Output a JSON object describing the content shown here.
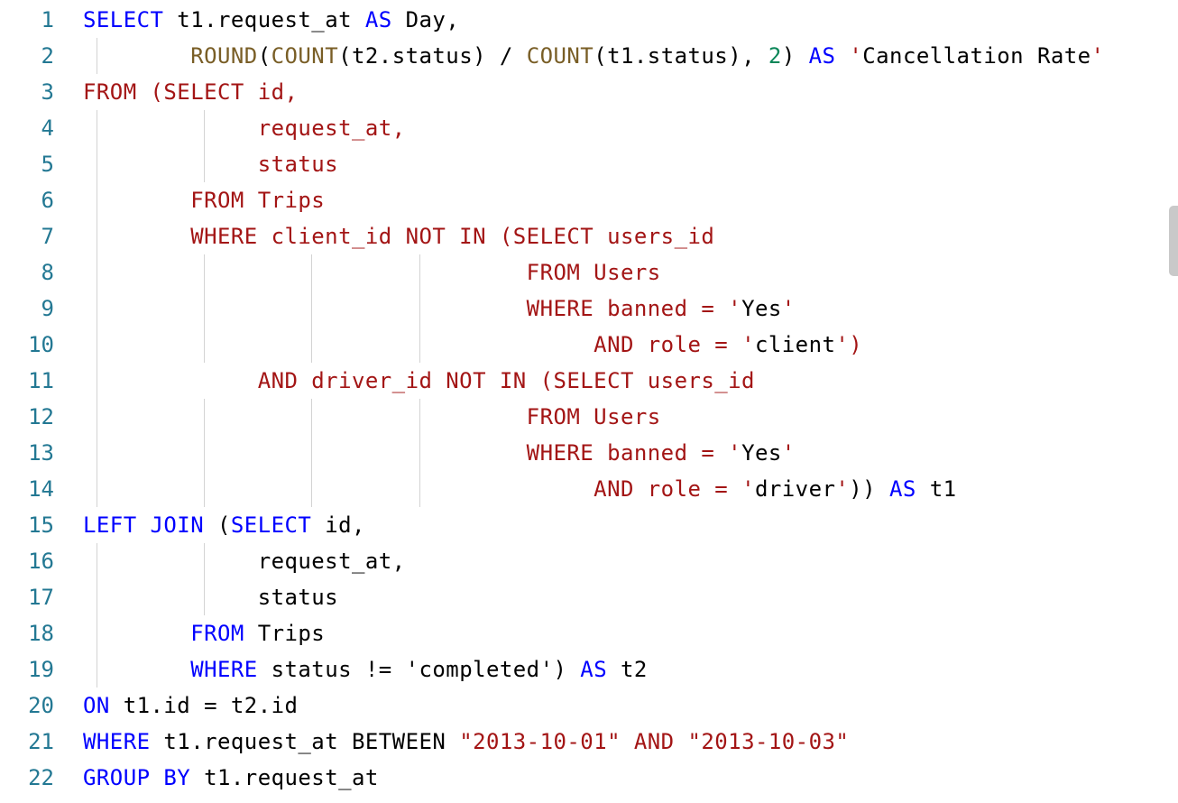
{
  "editor": {
    "colors": {
      "keyword": "#0000ff",
      "subquery": "#a31515",
      "function": "#795e26",
      "number": "#098658",
      "plain": "#000000",
      "line_number": "#237893",
      "indent_guide": "#d3d3d3"
    },
    "lines": [
      {
        "number": "1",
        "guides": [],
        "tokens": [
          {
            "t": "SELECT",
            "c": "keyword"
          },
          {
            "t": " t1.request_at ",
            "c": "plain"
          },
          {
            "t": "AS",
            "c": "keyword"
          },
          {
            "t": " Day,",
            "c": "plain"
          }
        ]
      },
      {
        "number": "2",
        "guides": [
          1
        ],
        "tokens": [
          {
            "t": "        ",
            "c": "plain"
          },
          {
            "t": "ROUND",
            "c": "function"
          },
          {
            "t": "(",
            "c": "plain"
          },
          {
            "t": "COUNT",
            "c": "function"
          },
          {
            "t": "(t2.status) / ",
            "c": "plain"
          },
          {
            "t": "COUNT",
            "c": "function"
          },
          {
            "t": "(t1.status), ",
            "c": "plain"
          },
          {
            "t": "2",
            "c": "number"
          },
          {
            "t": ") ",
            "c": "plain"
          },
          {
            "t": "AS",
            "c": "keyword"
          },
          {
            "t": " ",
            "c": "plain"
          },
          {
            "t": "'",
            "c": "subquery"
          },
          {
            "t": "Cancellation Rate",
            "c": "plain"
          },
          {
            "t": "'",
            "c": "subquery"
          }
        ]
      },
      {
        "number": "3",
        "guides": [],
        "tokens": [
          {
            "t": "FROM (SELECT id,",
            "c": "subquery"
          }
        ]
      },
      {
        "number": "4",
        "guides": [
          1,
          9
        ],
        "tokens": [
          {
            "t": "             request_at,",
            "c": "subquery"
          }
        ]
      },
      {
        "number": "5",
        "guides": [
          1,
          9
        ],
        "tokens": [
          {
            "t": "             status",
            "c": "subquery"
          }
        ]
      },
      {
        "number": "6",
        "guides": [
          1
        ],
        "tokens": [
          {
            "t": "        FROM ",
            "c": "subquery"
          },
          {
            "t": "Trips",
            "c": "subquery"
          }
        ]
      },
      {
        "number": "7",
        "guides": [
          1
        ],
        "tokens": [
          {
            "t": "        WHERE client_id NOT IN (SELECT users_id",
            "c": "subquery"
          }
        ]
      },
      {
        "number": "8",
        "guides": [
          1,
          9,
          17,
          25
        ],
        "tokens": [
          {
            "t": "                                 FROM Users",
            "c": "subquery"
          }
        ]
      },
      {
        "number": "9",
        "guides": [
          1,
          9,
          17,
          25
        ],
        "tokens": [
          {
            "t": "                                 WHERE banned = ",
            "c": "subquery"
          },
          {
            "t": "'",
            "c": "subquery"
          },
          {
            "t": "Yes",
            "c": "plain"
          },
          {
            "t": "'",
            "c": "subquery"
          }
        ]
      },
      {
        "number": "10",
        "guides": [
          1,
          9,
          17,
          25
        ],
        "tokens": [
          {
            "t": "                                      AND role = ",
            "c": "subquery"
          },
          {
            "t": "'",
            "c": "subquery"
          },
          {
            "t": "client",
            "c": "plain"
          },
          {
            "t": "'",
            "c": "subquery"
          },
          {
            "t": ")",
            "c": "subquery"
          }
        ]
      },
      {
        "number": "11",
        "guides": [
          1
        ],
        "tokens": [
          {
            "t": "             AND driver_id NOT IN (SELECT users_id",
            "c": "subquery"
          }
        ]
      },
      {
        "number": "12",
        "guides": [
          1,
          9,
          17,
          25
        ],
        "tokens": [
          {
            "t": "                                 FROM Users",
            "c": "subquery"
          }
        ]
      },
      {
        "number": "13",
        "guides": [
          1,
          9,
          17,
          25
        ],
        "tokens": [
          {
            "t": "                                 WHERE banned = ",
            "c": "subquery"
          },
          {
            "t": "'",
            "c": "subquery"
          },
          {
            "t": "Yes",
            "c": "plain"
          },
          {
            "t": "'",
            "c": "subquery"
          }
        ]
      },
      {
        "number": "14",
        "guides": [
          1,
          9,
          17,
          25
        ],
        "tokens": [
          {
            "t": "                                      AND role = ",
            "c": "subquery"
          },
          {
            "t": "'",
            "c": "subquery"
          },
          {
            "t": "driver",
            "c": "plain"
          },
          {
            "t": "'",
            "c": "subquery"
          },
          {
            "t": ")) ",
            "c": "plain"
          },
          {
            "t": "AS",
            "c": "keyword"
          },
          {
            "t": " t1",
            "c": "plain"
          }
        ]
      },
      {
        "number": "15",
        "guides": [],
        "tokens": [
          {
            "t": "LEFT JOIN",
            "c": "keyword"
          },
          {
            "t": " (",
            "c": "plain"
          },
          {
            "t": "SELECT",
            "c": "keyword"
          },
          {
            "t": " id,",
            "c": "plain"
          }
        ]
      },
      {
        "number": "16",
        "guides": [
          1,
          9
        ],
        "tokens": [
          {
            "t": "             request_at,",
            "c": "plain"
          }
        ]
      },
      {
        "number": "17",
        "guides": [
          1,
          9
        ],
        "tokens": [
          {
            "t": "             status",
            "c": "plain"
          }
        ]
      },
      {
        "number": "18",
        "guides": [
          1
        ],
        "tokens": [
          {
            "t": "        ",
            "c": "plain"
          },
          {
            "t": "FROM",
            "c": "keyword"
          },
          {
            "t": " Trips",
            "c": "plain"
          }
        ]
      },
      {
        "number": "19",
        "guides": [
          1
        ],
        "tokens": [
          {
            "t": "        ",
            "c": "plain"
          },
          {
            "t": "WHERE",
            "c": "keyword"
          },
          {
            "t": " status != 'completed') ",
            "c": "plain"
          },
          {
            "t": "AS",
            "c": "keyword"
          },
          {
            "t": " t2",
            "c": "plain"
          }
        ]
      },
      {
        "number": "20",
        "guides": [],
        "tokens": [
          {
            "t": "ON",
            "c": "keyword"
          },
          {
            "t": " t1.id = t2.id",
            "c": "plain"
          }
        ]
      },
      {
        "number": "21",
        "guides": [],
        "tokens": [
          {
            "t": "WHERE",
            "c": "keyword"
          },
          {
            "t": " t1.request_at BETWEEN ",
            "c": "plain"
          },
          {
            "t": "\"2013-10-01\"",
            "c": "subquery"
          },
          {
            "t": " AND ",
            "c": "subquery"
          },
          {
            "t": "\"2013-10-03\"",
            "c": "subquery"
          }
        ]
      },
      {
        "number": "22",
        "guides": [],
        "tokens": [
          {
            "t": "GROUP BY",
            "c": "keyword"
          },
          {
            "t": " t1.request_at",
            "c": "plain"
          }
        ]
      }
    ]
  }
}
